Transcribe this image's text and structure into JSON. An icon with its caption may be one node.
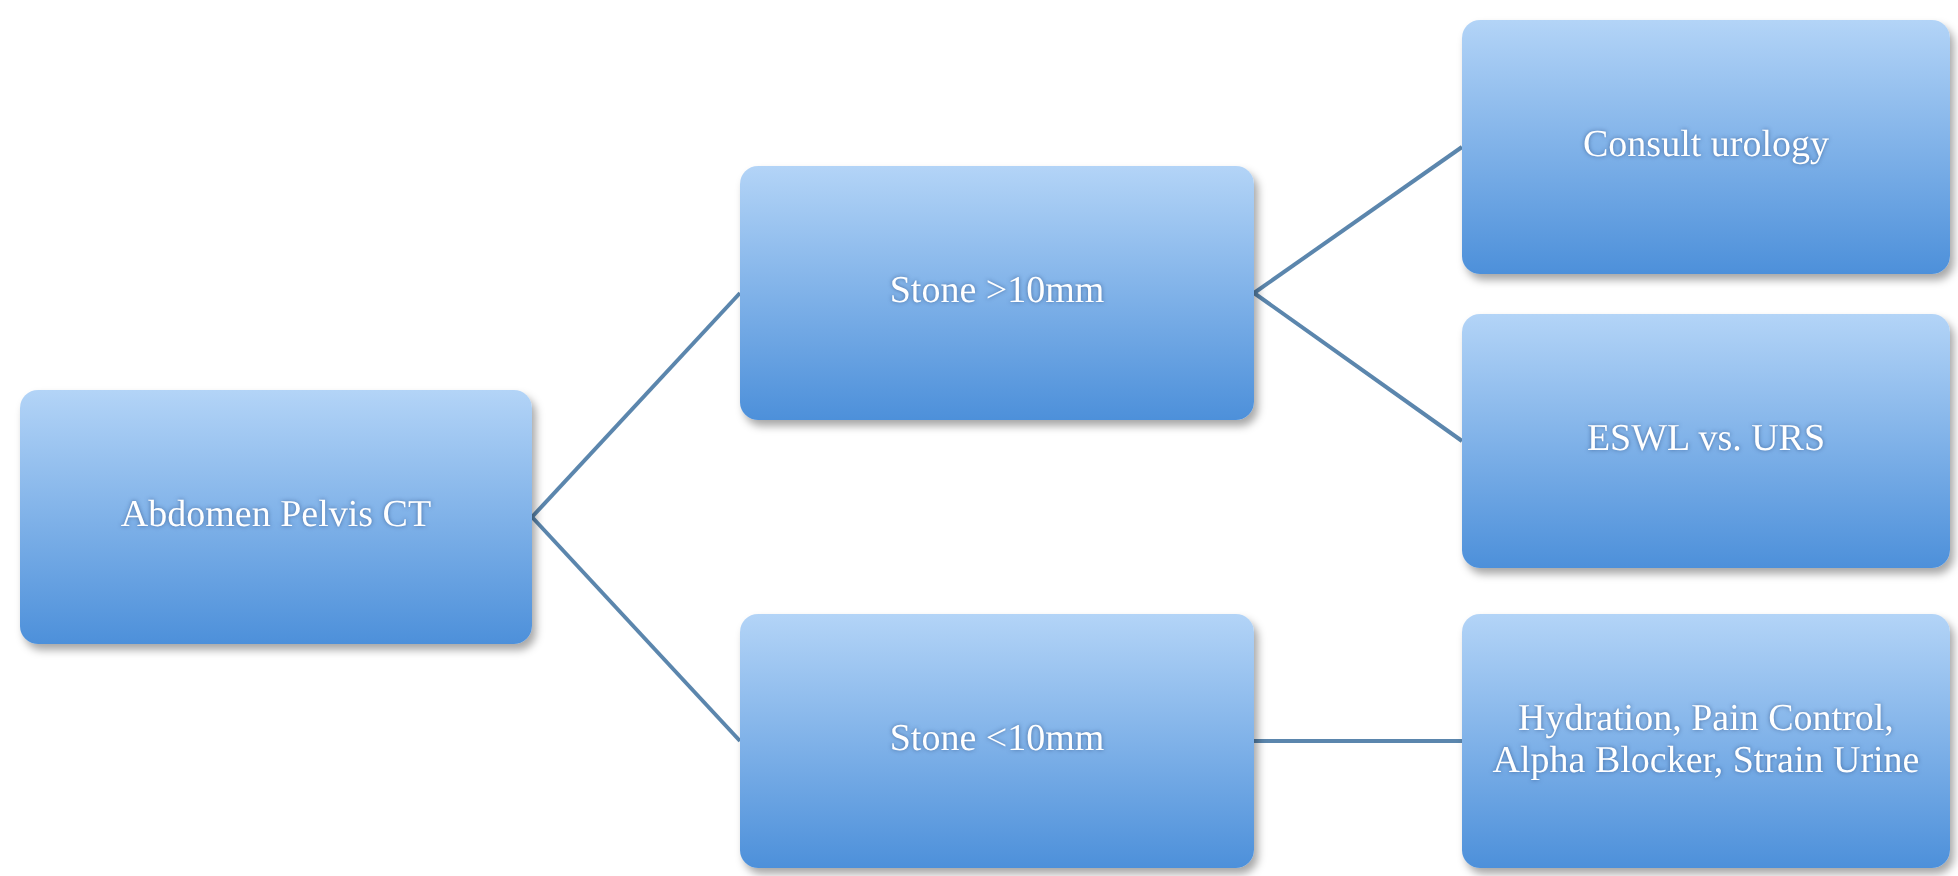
{
  "diagram": {
    "nodes": [
      {
        "text": [
          "Abdomen Pelvis CT"
        ]
      },
      {
        "text": [
          "Stone >10mm"
        ]
      },
      {
        "text": [
          "Stone <10mm"
        ]
      },
      {
        "text": [
          "Consult urology"
        ]
      },
      {
        "text": [
          "ESWL vs. URS"
        ]
      },
      {
        "text": [
          "Hydration, Pain Control, Alpha Blocker, Strain Urine"
        ]
      }
    ],
    "edges": [
      {
        "from": 0,
        "to": 1,
        "arrow": "none"
      },
      {
        "from": 0,
        "to": 2,
        "arrow": "none"
      },
      {
        "from": 1,
        "to": 3,
        "arrow": "none"
      },
      {
        "from": 1,
        "to": 4,
        "arrow": "none"
      },
      {
        "from": 2,
        "to": 5,
        "arrow": "none"
      }
    ]
  }
}
